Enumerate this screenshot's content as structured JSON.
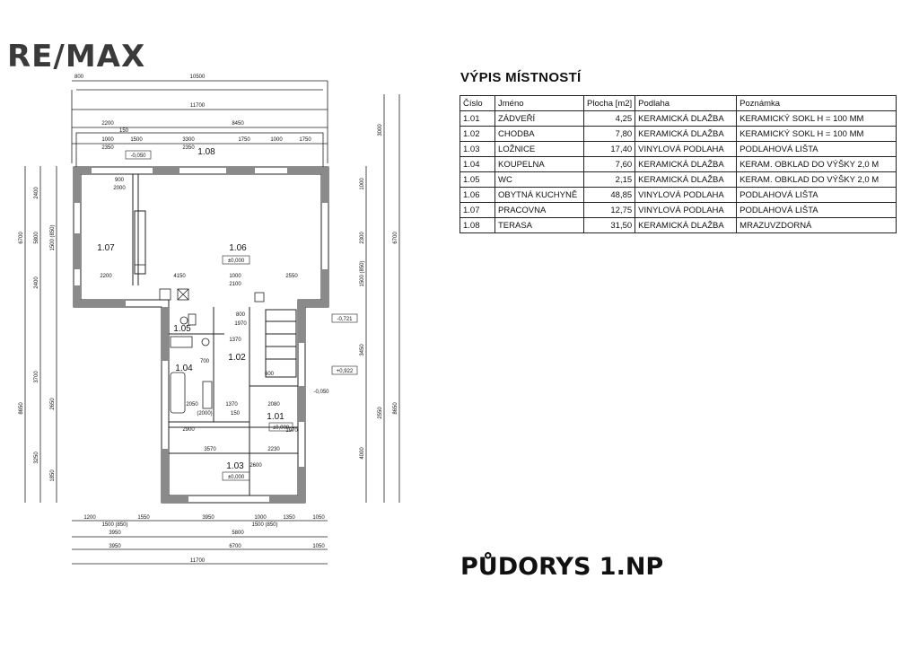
{
  "brand": {
    "logo_text": "RE/MAX"
  },
  "table": {
    "title": "VÝPIS MÍSTNOSTÍ",
    "headers": [
      "Číslo",
      "Jméno",
      "Plocha [m2]",
      "Podlaha",
      "Poznámka"
    ],
    "rows": [
      [
        "1.01",
        "ZÁDVEŘÍ",
        "4,25",
        "KERAMICKÁ DLAŽBA",
        "KERAMICKÝ SOKL H = 100 MM"
      ],
      [
        "1.02",
        "CHODBA",
        "7,80",
        "KERAMICKÁ DLAŽBA",
        "KERAMICKÝ SOKL H = 100 MM"
      ],
      [
        "1.03",
        "LOŽNICE",
        "17,40",
        "VINYLOVÁ PODLAHA",
        "PODLAHOVÁ LIŠTA"
      ],
      [
        "1.04",
        "KOUPELNA",
        "7,60",
        "KERAMICKÁ DLAŽBA",
        "KERAM. OBKLAD DO VÝŠKY 2,0 M"
      ],
      [
        "1.05",
        "WC",
        "2,15",
        "KERAMICKÁ DLAŽBA",
        "KERAM. OBKLAD DO VÝŠKY 2,0 M"
      ],
      [
        "1.06",
        "OBYTNÁ KUCHYNĚ",
        "48,85",
        "VINYLOVÁ PODLAHA",
        "PODLAHOVÁ LIŠTA"
      ],
      [
        "1.07",
        "PRACOVNA",
        "12,75",
        "VINYLOVÁ PODLAHA",
        "PODLAHOVÁ LIŠTA"
      ],
      [
        "1.08",
        "TERASA",
        "31,50",
        "KERAMICKÁ DLAŽBA",
        "MRAZUVZDORNÁ"
      ]
    ]
  },
  "plan_title": "PŮDORYS 1.NP",
  "plan": {
    "rooms": {
      "r101": "1.01",
      "r102": "1.02",
      "r103": "1.03",
      "r104": "1.04",
      "r105": "1.05",
      "r106": "1.06",
      "r107": "1.07",
      "r108": "1.08"
    },
    "levels": {
      "l106": "±0,000",
      "l103": "±0,000",
      "l101": "±0,000",
      "l108": "-0,050",
      "lside1": "-0,721",
      "lside2": "+0,922",
      "lside3": "-0,050"
    },
    "dims_top": {
      "d1": "800",
      "d2": "10500",
      "d3": "11700",
      "d4": "2200",
      "d5": "8450",
      "d6": "150",
      "d7": "1000",
      "d8": "1500",
      "d9": "3300",
      "d10": "1750",
      "d11": "1000",
      "d12": "1750",
      "d13": "2350",
      "d14": "2350"
    },
    "dims_bottom": {
      "b1": "1200",
      "b2": "1500 (850)",
      "b3": "1550",
      "b4": "3950",
      "b5": "1000",
      "b6": "1500 (850)",
      "b7": "1350",
      "b8": "1050",
      "b9": "3950",
      "b10": "5800",
      "b11": "3950",
      "b12": "6700",
      "b13": "1050",
      "b14": "11700"
    },
    "dims_left": {
      "v1": "6700",
      "v2": "8650",
      "v3": "2400",
      "v4": "5800",
      "v5": "2400",
      "v6": "3700",
      "v7": "2650",
      "v8": "3250",
      "v9": "1850",
      "v10": "1500 (850)"
    },
    "dims_right": {
      "w1": "6700",
      "w2": "8650",
      "w3": "2300",
      "w4": "3450",
      "w5": "4000",
      "w6": "2550",
      "w7": "3000",
      "w8": "1000",
      "w9": "1500 (850)"
    },
    "dims_inner": {
      "i1": "2200",
      "i2": "4150",
      "i3": "1000",
      "i4": "2550",
      "i5": "2100",
      "i6": "1970",
      "i7": "1370",
      "i8": "3570",
      "i9": "2230",
      "i10": "2900",
      "i11": "2080",
      "i12": "1970",
      "i13": "900",
      "i14": "2000",
      "i15": "800",
      "i16": "700",
      "i17": "1370",
      "i18": "2600",
      "i19": "2050",
      "i20": "(2000)",
      "i21": "150",
      "i22": "600"
    }
  },
  "colors": {
    "wall": "#8a8a8a",
    "line": "#222222",
    "text": "#111111"
  }
}
